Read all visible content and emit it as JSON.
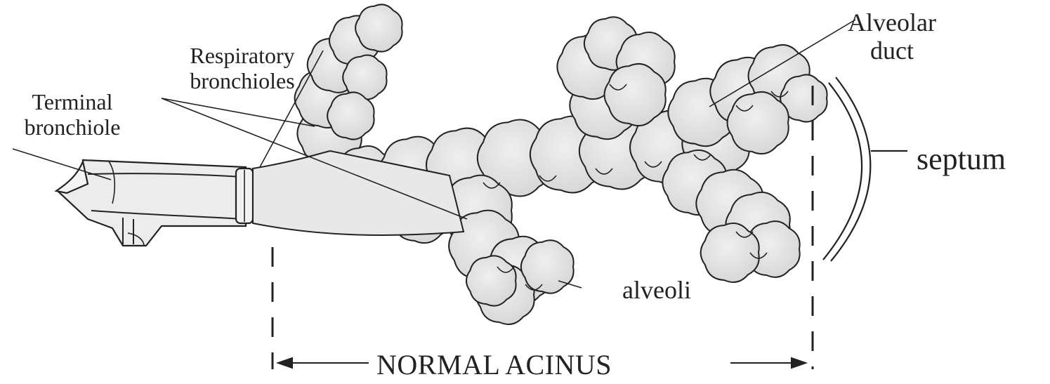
{
  "labels": {
    "terminal_bronchiole": {
      "line1": "Terminal",
      "line2": "bronchiole"
    },
    "respiratory_bronchioles": {
      "line1": "Respiratory",
      "line2": "bronchioles"
    },
    "alveolar_duct": {
      "line1": "Alveolar",
      "line2": "duct"
    },
    "septum": "septum",
    "alveoli": "alveoli",
    "normal_acinus": "NORMAL ACINUS"
  },
  "colors": {
    "outline": "#222222",
    "tissue_fill": "#e4e4e4",
    "tube_fill": "#ececec",
    "background": "#ffffff"
  }
}
